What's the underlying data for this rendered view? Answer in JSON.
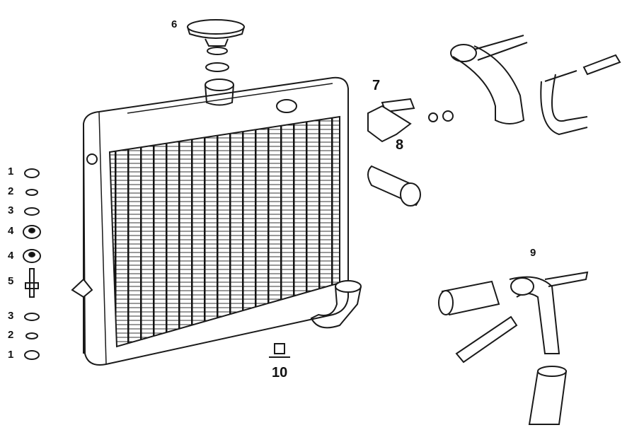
{
  "diagram": {
    "colors": {
      "ink": "#1a1a1a",
      "paper": "#ffffff"
    },
    "left_column_labels": [
      "1",
      "2",
      "3",
      "4",
      "4",
      "5",
      "3",
      "2",
      "1"
    ],
    "labels": {
      "cap": "6",
      "bracket_plate": "7",
      "bracket": "8",
      "lower_hose_group": "9",
      "drain_tap": "10"
    }
  }
}
